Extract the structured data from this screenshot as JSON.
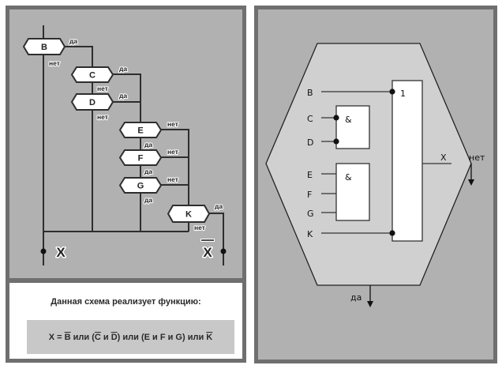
{
  "flowchart": {
    "nodes": [
      {
        "id": "B",
        "label": "B"
      },
      {
        "id": "C",
        "label": "C"
      },
      {
        "id": "D",
        "label": "D"
      },
      {
        "id": "E",
        "label": "E"
      },
      {
        "id": "F",
        "label": "F"
      },
      {
        "id": "G",
        "label": "G"
      },
      {
        "id": "K",
        "label": "K"
      }
    ],
    "branch_labels": {
      "B_yes": "да",
      "B_no": "нет",
      "C_yes": "да",
      "C_no": "нет",
      "D_yes": "да",
      "D_no": "нет",
      "E_no": "нет",
      "E_yes": "да",
      "F_no": "нет",
      "F_yes": "да",
      "G_no": "нет",
      "G_yes": "да",
      "K_yes": "да",
      "K_no": "нет"
    },
    "output_x": "X",
    "output_not_x": "X"
  },
  "caption": {
    "title": "Данная схема реализует функцию:",
    "formula_parts": [
      {
        "text": "X = ",
        "over": false
      },
      {
        "text": "B",
        "over": true
      },
      {
        "text": " или (",
        "over": false
      },
      {
        "text": "C",
        "over": true
      },
      {
        "text": " и ",
        "over": false
      },
      {
        "text": "D",
        "over": true
      },
      {
        "text": ") или (E и F и G) или ",
        "over": false
      },
      {
        "text": "K",
        "over": true
      }
    ]
  },
  "logic_circuit": {
    "inputs": [
      "B",
      "C",
      "D",
      "E",
      "F",
      "G",
      "K"
    ],
    "and_gate_1": "&",
    "and_gate_2": "&",
    "or_gate": "1",
    "output": "X",
    "exit_no": "нет",
    "exit_yes": "да"
  }
}
